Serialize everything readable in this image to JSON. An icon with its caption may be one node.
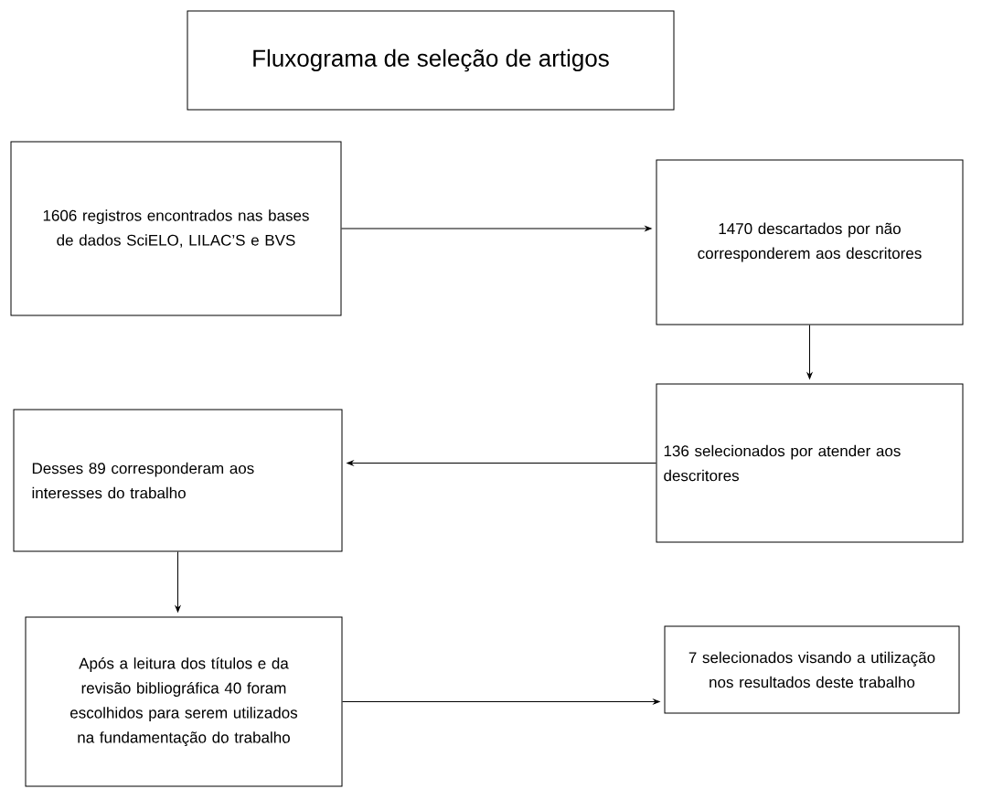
{
  "diagram": {
    "title": "Fluxograma de seleção de artigos",
    "nodes": [
      {
        "text": [
          "1606 registros encontrados nas bases de dados SciELO, LILAC’S e BVS"
        ]
      },
      {
        "text": [
          "1470 descartados por não corresponderem aos descritores"
        ]
      },
      {
        "text": [
          "136 selecionados por atender aos descritores"
        ]
      },
      {
        "text": [
          "Desses 89 corresponderam aos interesses do trabalho"
        ]
      },
      {
        "text": [
          "Após a leitura dos títulos e da revisão bibliográfica 40 foram escolhidos para serem utilizados na fundamentação do trabalho"
        ]
      },
      {
        "text": [
          "7 selecionados visando a utilização nos resultados deste trabalho"
        ]
      }
    ],
    "edges": [
      {
        "from": 0,
        "to": 1,
        "arrow": "to"
      },
      {
        "from": 1,
        "to": 2,
        "arrow": "to"
      },
      {
        "from": 2,
        "to": 3,
        "arrow": "to"
      },
      {
        "from": 3,
        "to": 4,
        "arrow": "to"
      },
      {
        "from": 4,
        "to": 5,
        "arrow": "to"
      }
    ]
  }
}
